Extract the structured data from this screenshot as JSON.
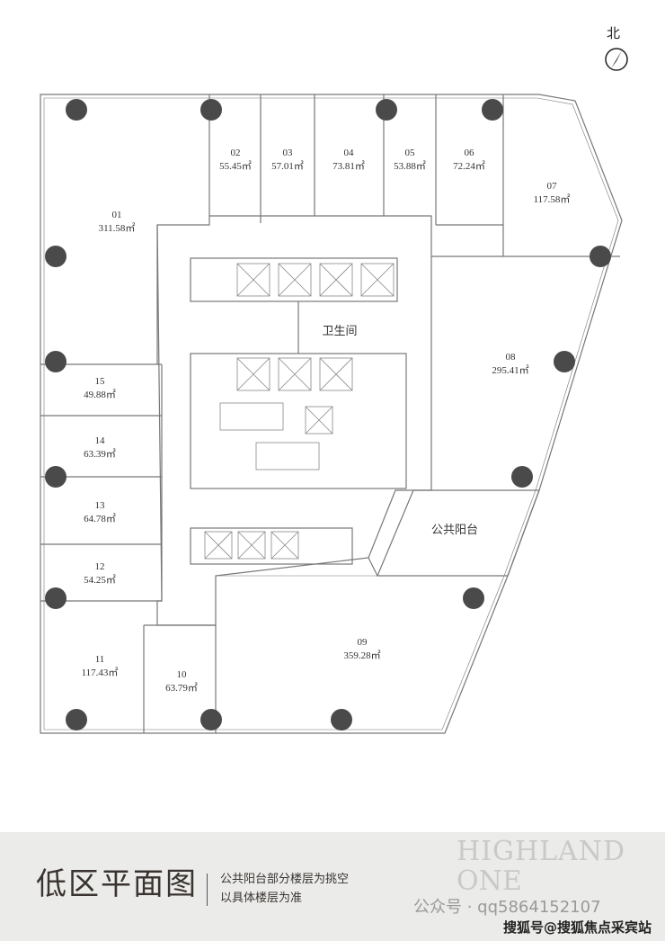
{
  "compass": {
    "label": "北"
  },
  "units": [
    {
      "no": "01",
      "area": "311.58㎡"
    },
    {
      "no": "02",
      "area": "55.45㎡"
    },
    {
      "no": "03",
      "area": "57.01㎡"
    },
    {
      "no": "04",
      "area": "73.81㎡"
    },
    {
      "no": "05",
      "area": "53.88㎡"
    },
    {
      "no": "06",
      "area": "72.24㎡"
    },
    {
      "no": "07",
      "area": "117.58㎡"
    },
    {
      "no": "08",
      "area": "295.41㎡"
    },
    {
      "no": "09",
      "area": "359.28㎡"
    },
    {
      "no": "10",
      "area": "63.79㎡"
    },
    {
      "no": "11",
      "area": "117.43㎡"
    },
    {
      "no": "12",
      "area": "54.25㎡"
    },
    {
      "no": "13",
      "area": "64.78㎡"
    },
    {
      "no": "14",
      "area": "63.39㎡"
    },
    {
      "no": "15",
      "area": "49.88㎡"
    }
  ],
  "rooms": {
    "restroom": "卫生间",
    "balcony": "公共阳台"
  },
  "banner": {
    "title": "低区平面图",
    "note_line1": "公共阳台部分楼层为挑空",
    "note_line2": "以具体楼层为准",
    "brand_line1": "HIGHLAND",
    "brand_line2": "ONE",
    "watermark1": "公众号 · qq5864152107",
    "watermark2": "搜狐号@搜狐焦点采宾站"
  }
}
